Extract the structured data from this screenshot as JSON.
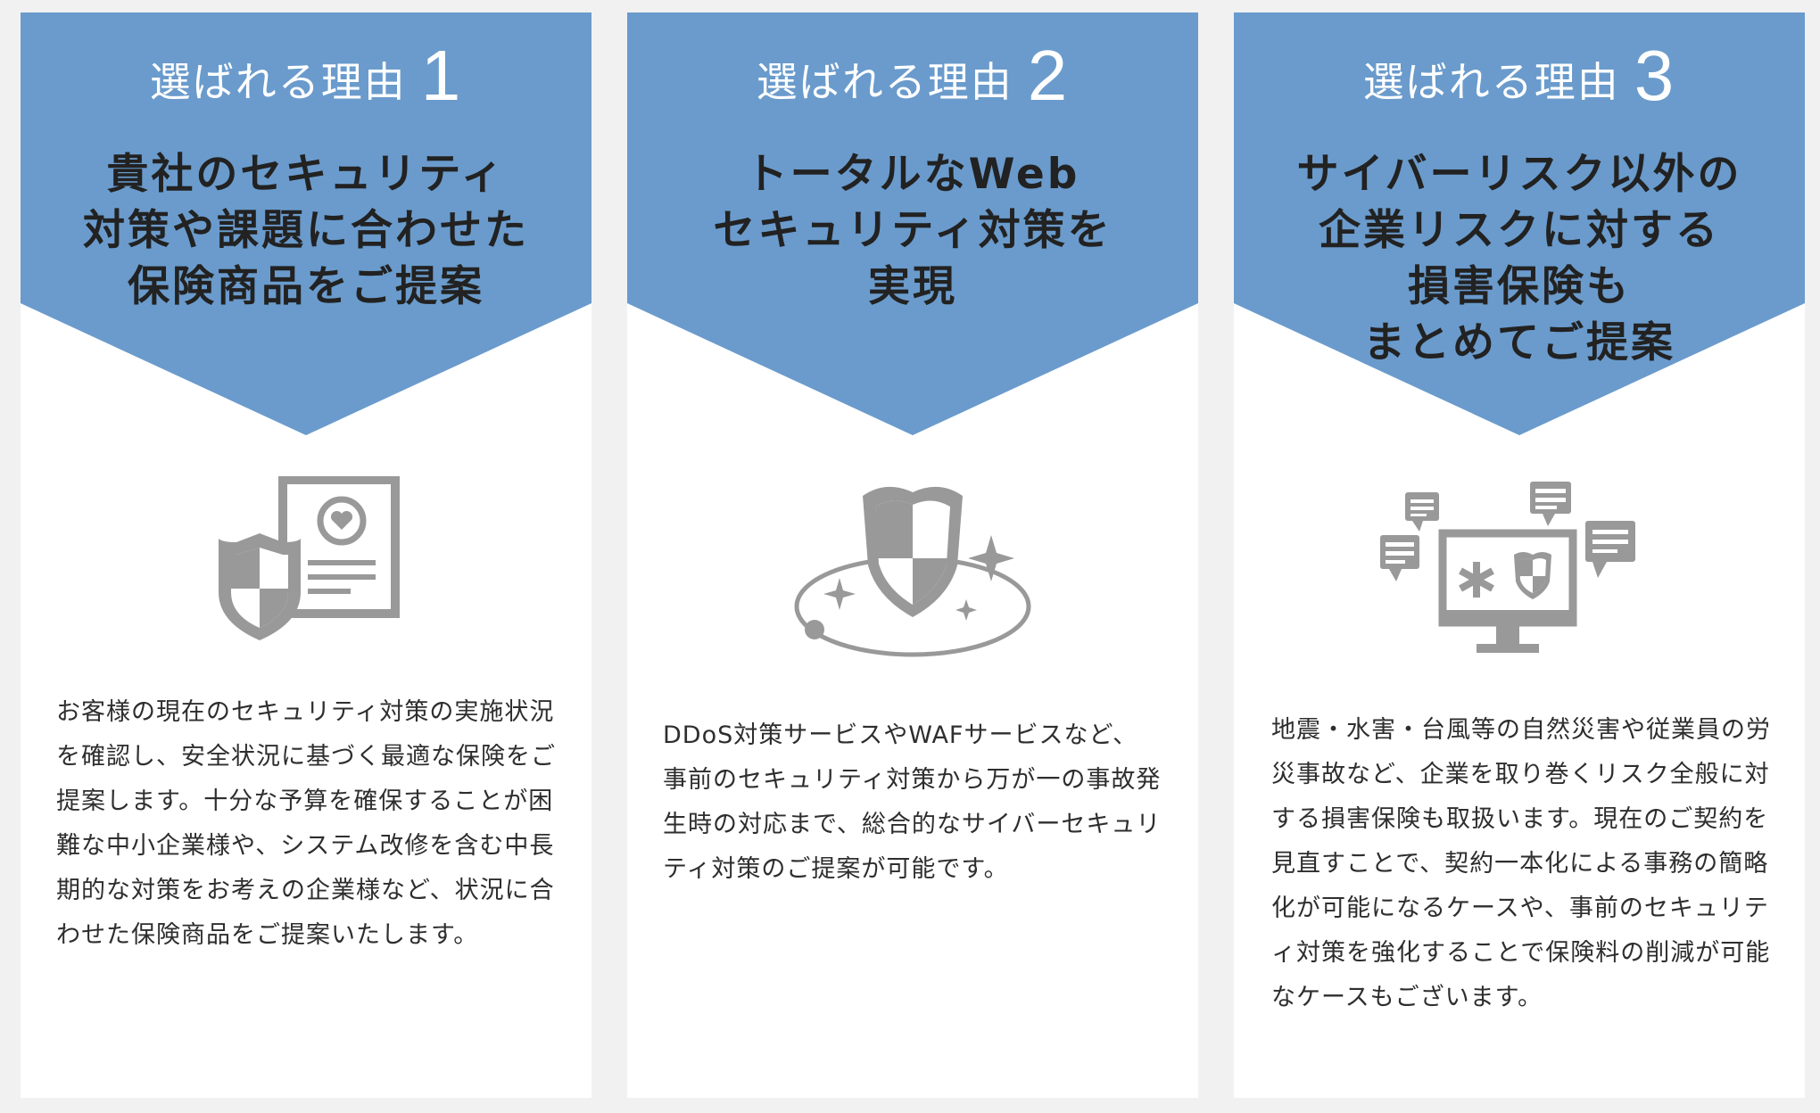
{
  "colors": {
    "header_blue": "#6a9bcc",
    "icon_gray": "#999999",
    "page_background": "#f1f1f1",
    "card_background": "#ffffff"
  },
  "cards": [
    {
      "reason_label": "選ばれる理由",
      "reason_number": "1",
      "headline_lines": [
        "貴社のセキュリティ",
        "対策や課題に合わせた",
        "保険商品をご提案"
      ],
      "icon": "shield-document-icon",
      "body_lines": [
        "お客様の現在のセキュリティ対策の実施状況",
        "を確認し、安全状況に基づく最適な保険をご",
        "提案します。十分な予算を確保することが困",
        "難な中小企業様や、システム改修を含む中長",
        "期的な対策をお考えの企業様など、状況に合",
        "わせた保険商品をご提案いたします。"
      ]
    },
    {
      "reason_label": "選ばれる理由",
      "reason_number": "2",
      "headline_lines": [
        "トータルなWeb",
        "セキュリティ対策を",
        "実現"
      ],
      "icon": "shield-orbit-sparkle-icon",
      "body_lines": [
        "DDoS対策サービスやWAFサービスなど、",
        "事前のセキュリティ対策から万が一の事故発",
        "生時の対応まで、総合的なサイバーセキュリ",
        "ティ対策のご提案が可能です。"
      ]
    },
    {
      "reason_label": "選ばれる理由",
      "reason_number": "3",
      "headline_lines": [
        "サイバーリスク以外の",
        "企業リスクに対する",
        "損害保険も",
        "まとめてご提案"
      ],
      "icon": "monitor-chat-shield-icon",
      "body_lines": [
        "地震・水害・台風等の自然災害や従業員の労",
        "災事故など、企業を取り巻くリスク全般に対",
        "する損害保険も取扱います。現在のご契約を",
        "見直すことで、契約一本化による事務の簡略",
        "化が可能になるケースや、事前のセキュリテ",
        "ィ対策を強化することで保険料の削減が可能",
        "なケースもございます。"
      ]
    }
  ]
}
